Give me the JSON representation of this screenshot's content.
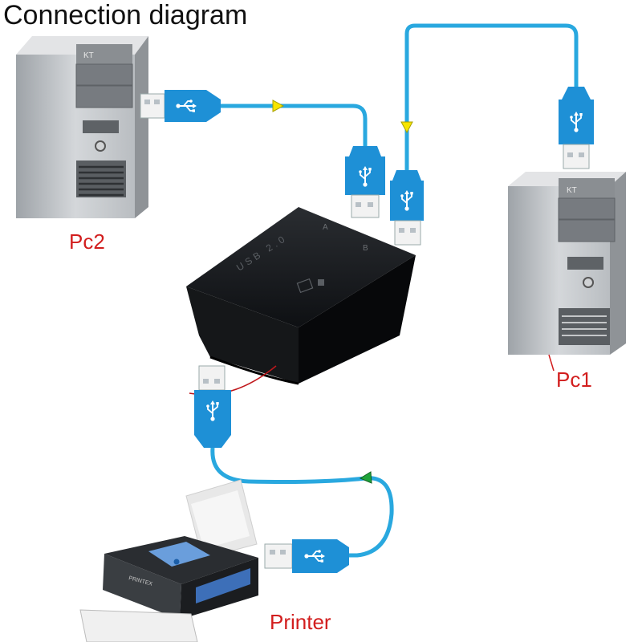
{
  "title": "Connection diagram",
  "labels": {
    "pc2": "Pc2",
    "pc1": "Pc1",
    "printer": "Printer"
  },
  "device_marks": {
    "pc_badge": "KT",
    "switch_text": "USB 2.0",
    "port_a": "A",
    "port_b": "B",
    "printer_brand": "PRINTEX"
  },
  "colors": {
    "cable": "#29a8df",
    "plug": "#1e90d6",
    "arrow_yellow": "#f7e500",
    "arrow_green": "#1fa33a",
    "label_red": "#d21e1e"
  },
  "icons": [
    "usb-icon",
    "arrow-icon"
  ]
}
